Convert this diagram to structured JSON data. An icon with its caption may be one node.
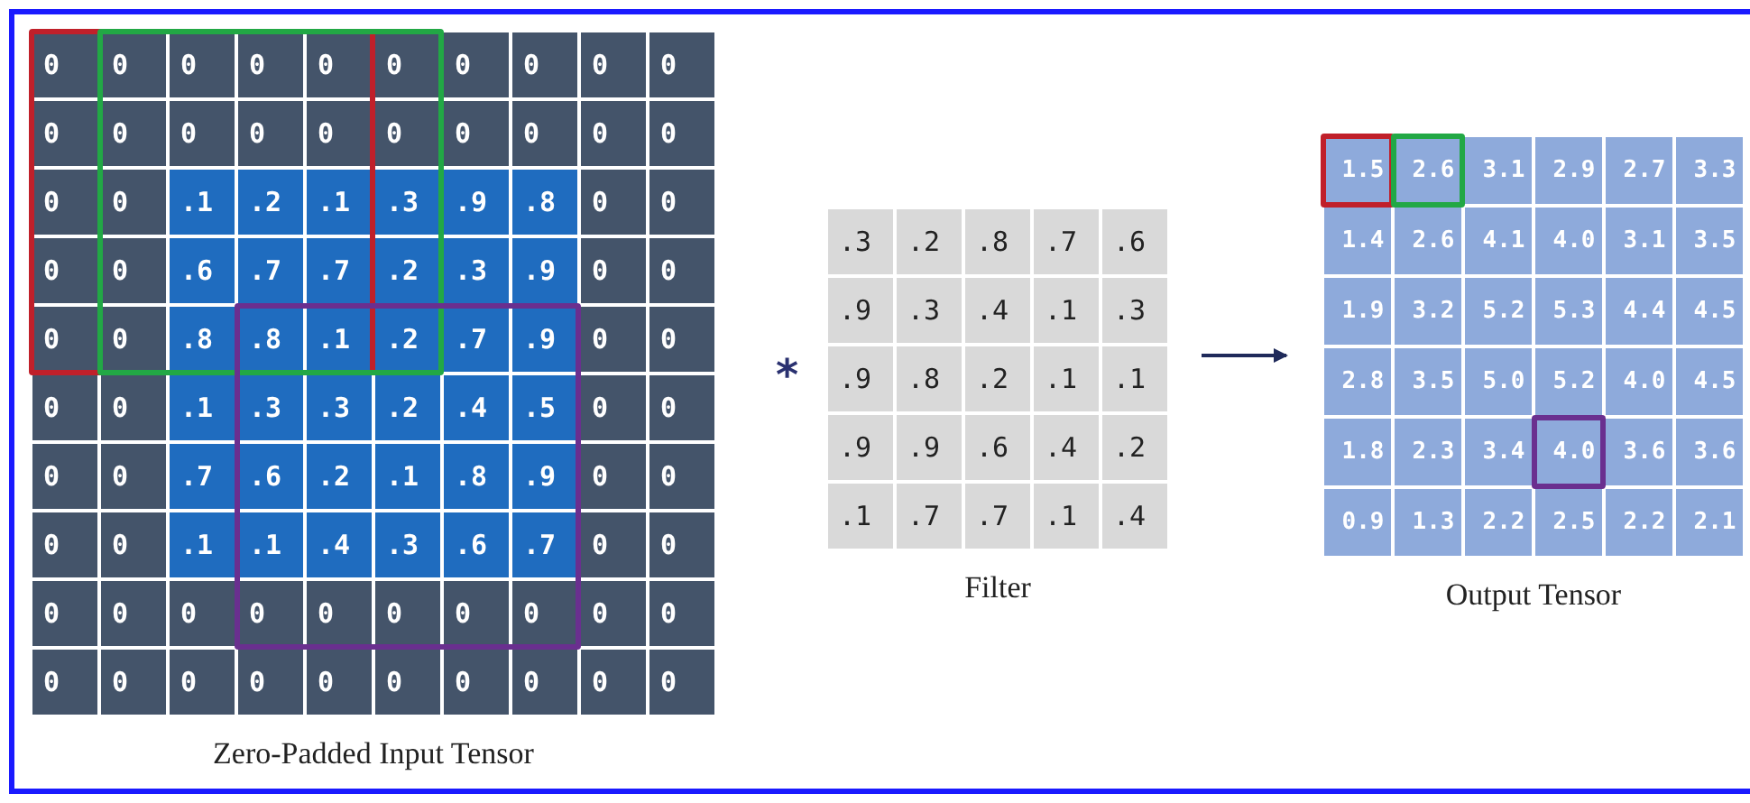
{
  "diagram": {
    "nodes": [
      {
        "text": [
          "0",
          "0",
          "0",
          "0",
          "0",
          "0",
          "0",
          "0",
          "0",
          "0",
          "0",
          "0",
          "0",
          "0",
          "0",
          "0",
          "0",
          "0",
          "0",
          "0",
          "0",
          "0",
          ".1",
          ".2",
          ".1",
          ".3",
          ".9",
          ".8",
          "0",
          "0",
          "0",
          "0",
          ".6",
          ".7",
          ".7",
          ".2",
          ".3",
          ".9",
          "0",
          "0",
          "0",
          "0",
          ".8",
          ".8",
          ".1",
          ".2",
          ".7",
          ".9",
          "0",
          "0",
          "0",
          "0",
          ".1",
          ".3",
          ".3",
          ".2",
          ".4",
          ".5",
          "0",
          "0",
          "0",
          "0",
          ".7",
          ".6",
          ".2",
          ".1",
          ".8",
          ".9",
          "0",
          "0",
          "0",
          "0",
          ".1",
          ".1",
          ".4",
          ".3",
          ".6",
          ".7",
          "0",
          "0",
          "0",
          "0",
          "0",
          "0",
          "0",
          "0",
          "0",
          "0",
          "0",
          "0",
          "0",
          "0",
          "0",
          "0",
          "0",
          "0",
          "0",
          "0",
          "0",
          "0",
          "Zero-Padded Input Tensor"
        ]
      },
      {
        "text": [
          ".3",
          ".2",
          ".8",
          ".7",
          ".6",
          ".9",
          ".3",
          ".4",
          ".1",
          ".3",
          ".9",
          ".8",
          ".2",
          ".1",
          ".1",
          ".9",
          ".9",
          ".6",
          ".4",
          ".2",
          ".1",
          ".7",
          ".7",
          ".1",
          ".4",
          "Filter"
        ]
      },
      {
        "text": [
          "1.5",
          "2.6",
          "3.1",
          "2.9",
          "2.7",
          "3.3",
          "1.4",
          "2.6",
          "4.1",
          "4.0",
          "3.1",
          "3.5",
          "1.9",
          "3.2",
          "5.2",
          "5.3",
          "4.4",
          "4.5",
          "2.8",
          "3.5",
          "5.0",
          "5.2",
          "4.0",
          "4.5",
          "1.8",
          "2.3",
          "3.4",
          "4.0",
          "3.6",
          "3.6",
          "0.9",
          "1.3",
          "2.2",
          "2.5",
          "2.2",
          "2.1",
          "Output Tensor"
        ]
      }
    ],
    "edges": [
      {
        "from": 1,
        "to": 2,
        "arrow": "to"
      }
    ],
    "labels": [
      "*"
    ]
  }
}
